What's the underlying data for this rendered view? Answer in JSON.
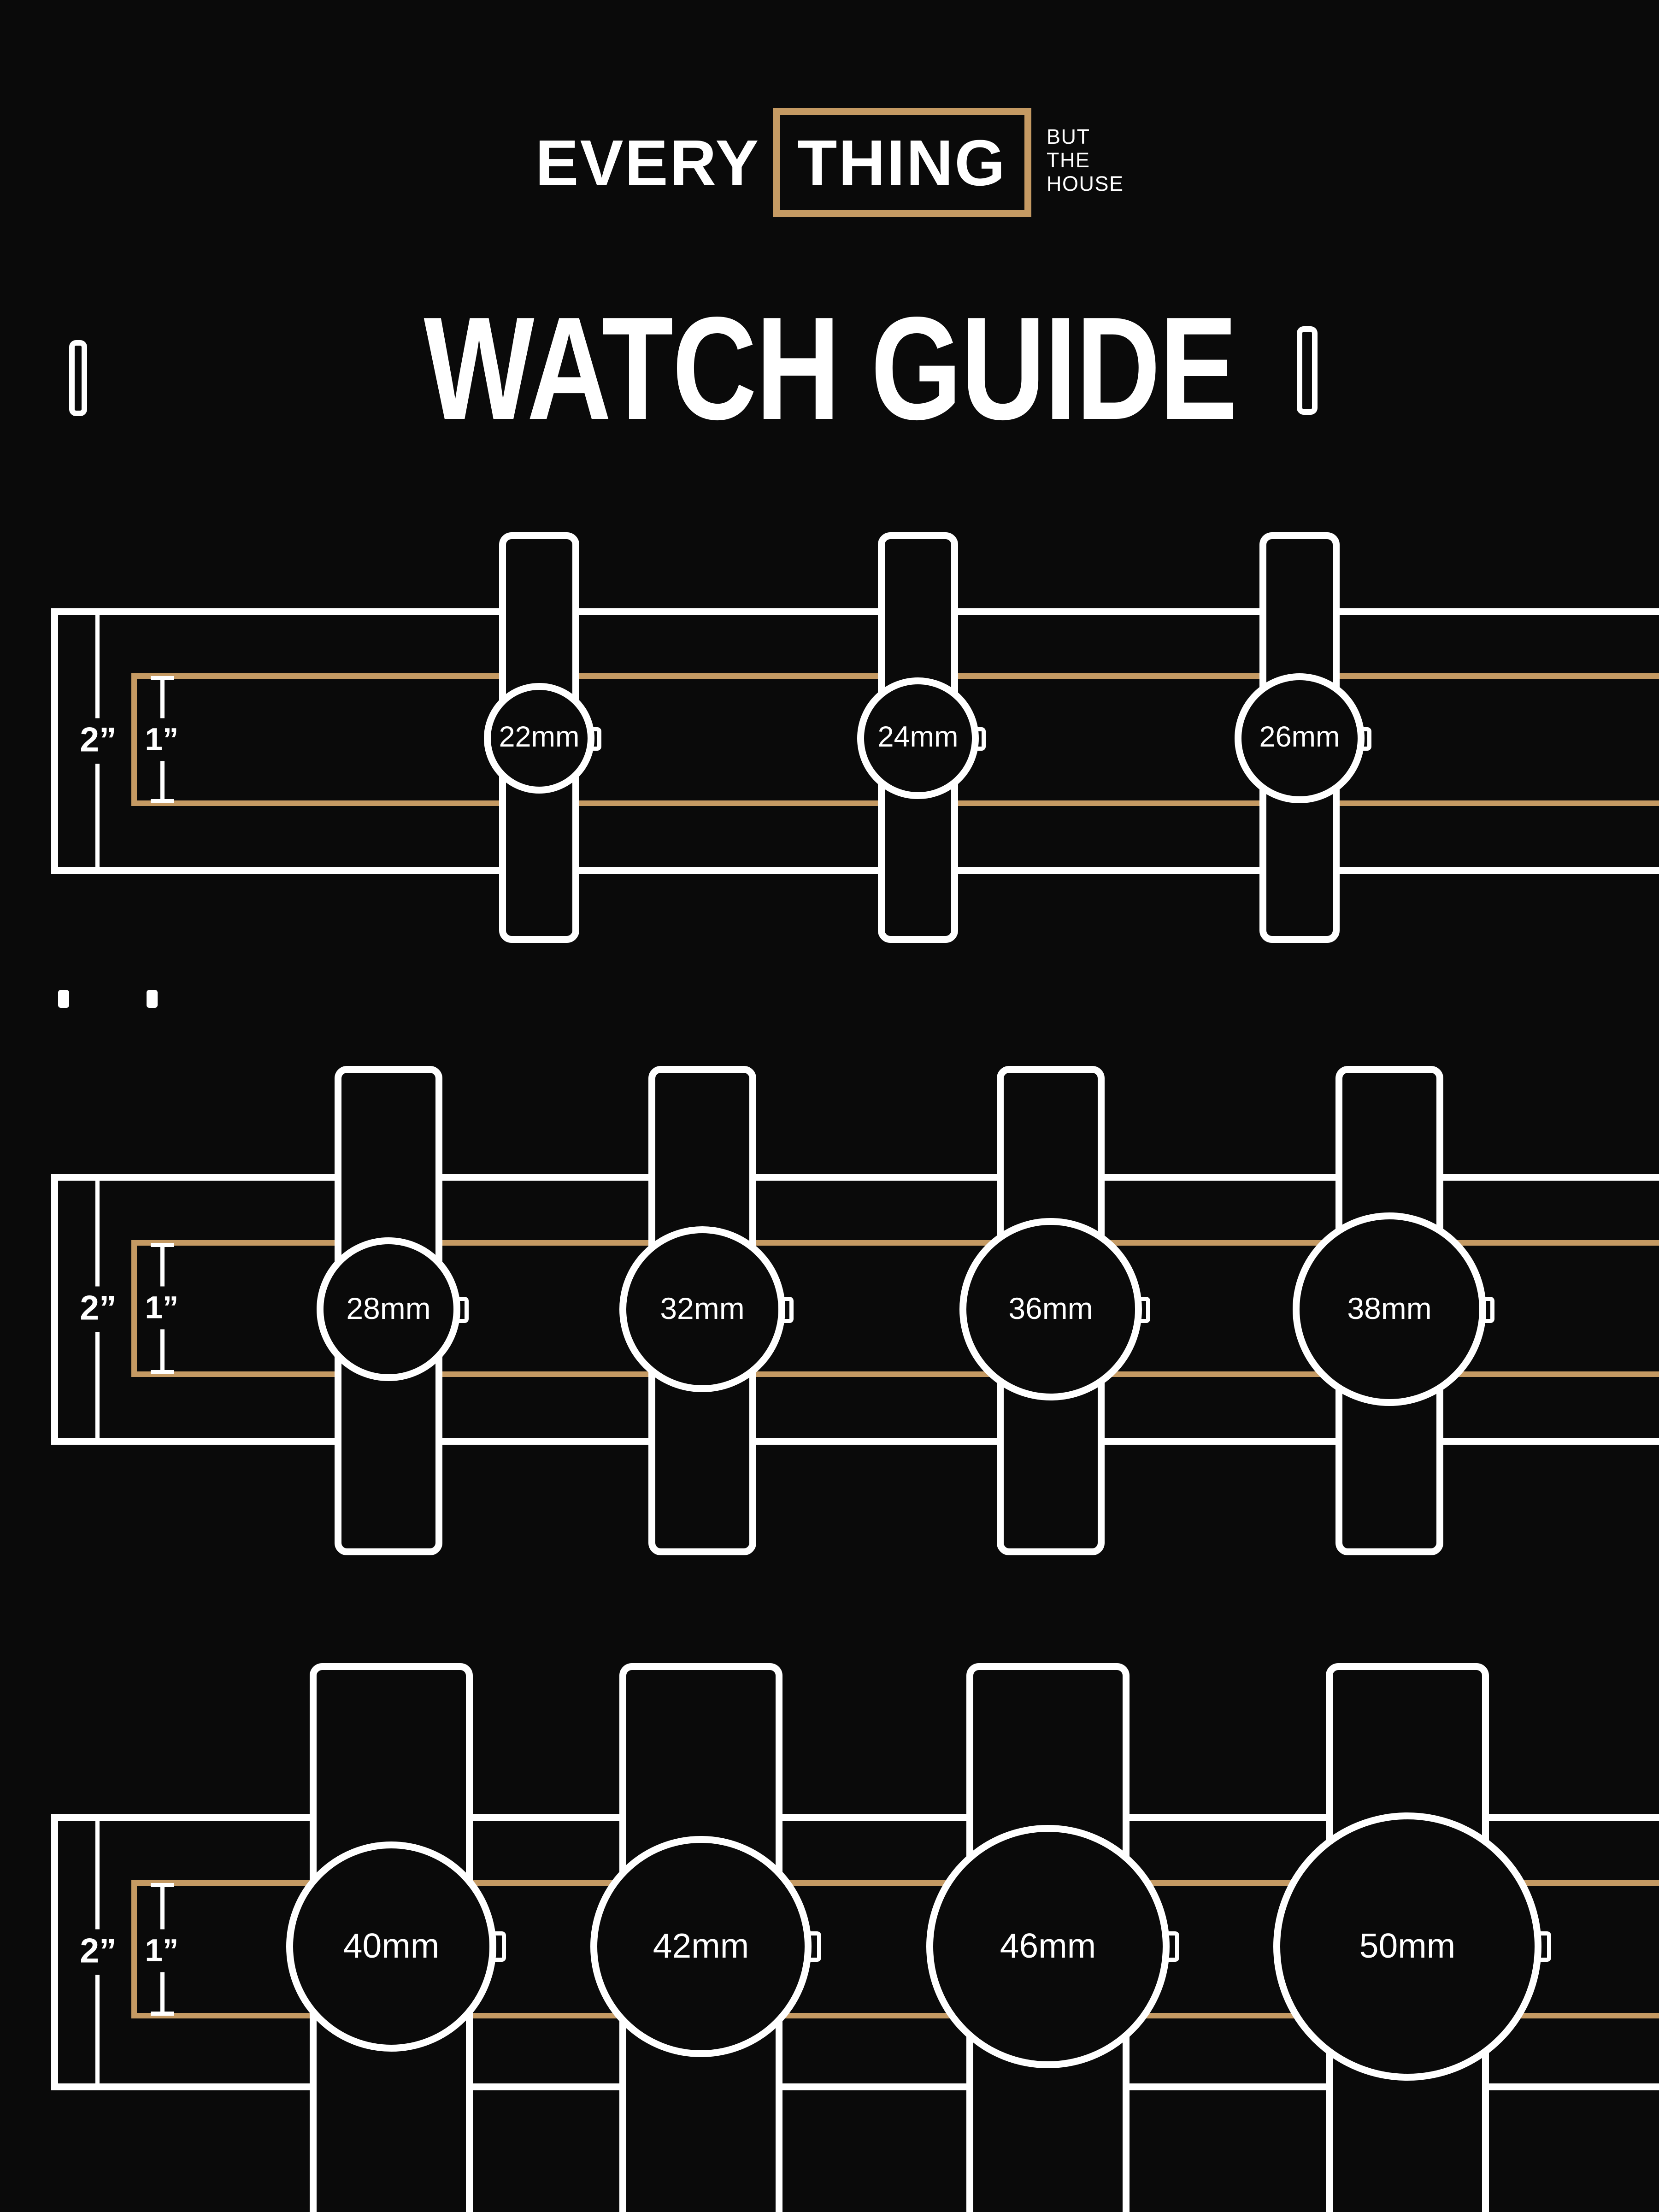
{
  "colors": {
    "background": "#0a0a0a",
    "accent": "#c59a63",
    "line": "#ffffff"
  },
  "logo": {
    "word_left": "EVERY",
    "word_boxed": "THING",
    "tagline": [
      "BUT",
      "THE",
      "HOUSE"
    ]
  },
  "title": "WATCH GUIDE",
  "rows": [
    {
      "outer_height_label": "2”",
      "inner_height_label": "1”",
      "watches": [
        {
          "size_label": "22mm"
        },
        {
          "size_label": "24mm"
        },
        {
          "size_label": "26mm"
        }
      ]
    },
    {
      "outer_height_label": "2”",
      "inner_height_label": "1”",
      "watches": [
        {
          "size_label": "28mm"
        },
        {
          "size_label": "32mm"
        },
        {
          "size_label": "36mm"
        },
        {
          "size_label": "38mm"
        }
      ]
    },
    {
      "outer_height_label": "2”",
      "inner_height_label": "1”",
      "watches": [
        {
          "size_label": "40mm"
        },
        {
          "size_label": "42mm"
        },
        {
          "size_label": "46mm"
        },
        {
          "size_label": "50mm"
        }
      ]
    }
  ]
}
